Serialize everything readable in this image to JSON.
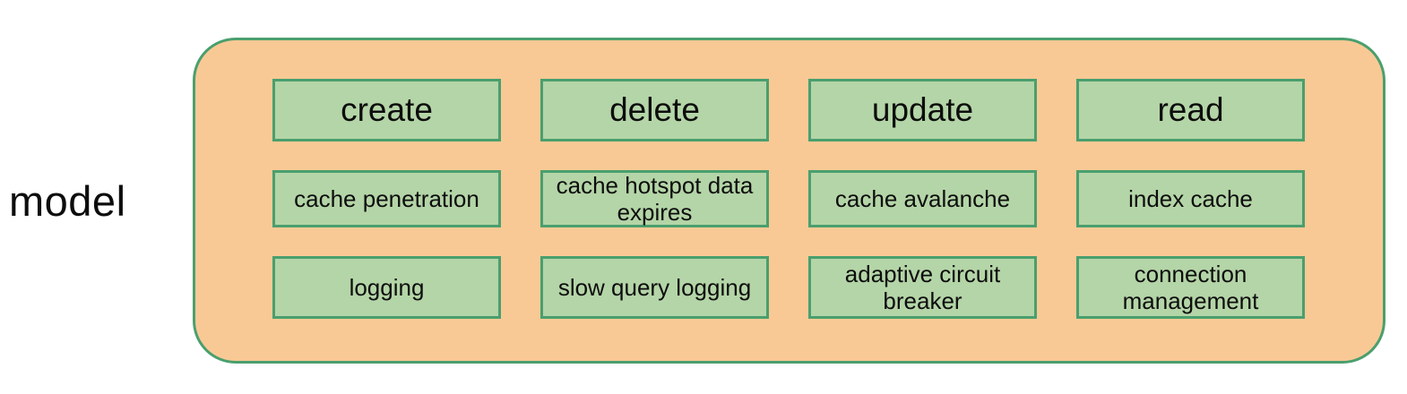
{
  "diagram": {
    "label": "model",
    "colors": {
      "container_fill": "#f9c995",
      "container_border": "#4a9f6e",
      "box_fill": "#b4d5a7",
      "box_border": "#4a9f6e",
      "text": "#0d0d0d",
      "page_background": "#ffffff"
    },
    "grid": {
      "rows": [
        {
          "cells": [
            "create",
            "delete",
            "update",
            "read"
          ]
        },
        {
          "cells": [
            "cache penetration",
            "cache hotspot data expires",
            "cache avalanche",
            "index cache"
          ]
        },
        {
          "cells": [
            "logging",
            "slow query logging",
            "adaptive circuit breaker",
            "connection management"
          ]
        }
      ]
    }
  }
}
